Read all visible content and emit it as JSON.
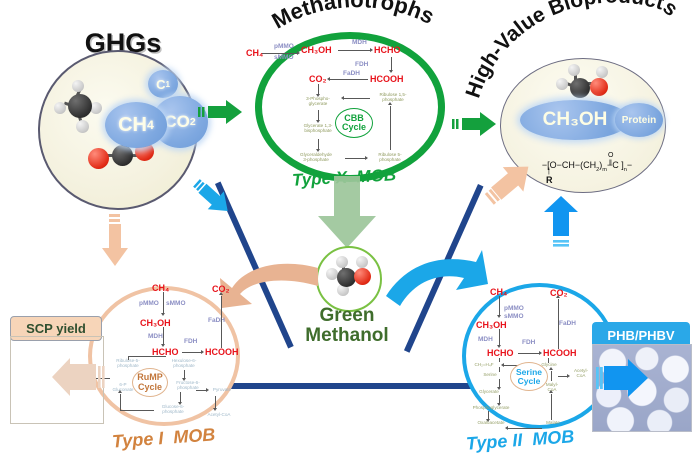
{
  "titles": {
    "ghgs": "GHGs",
    "methanotrophs": "Methanotrophs",
    "bioproducts": "High-Value Bioproducts",
    "green_methanol_line1": "Green",
    "green_methanol_line2": "Methanol"
  },
  "ghg": {
    "ch4": "CH",
    "ch4_sub": "4",
    "co2": "CO",
    "co2_sub": "2",
    "c1": "C",
    "c1_sub": "1"
  },
  "bioproducts": {
    "methanol": "CH₃OH",
    "protein": "Protein",
    "polymer_pre": "−[O−CH−(CH",
    "polymer_sub1": "2",
    "polymer_mid": ")",
    "polymer_subm": "m",
    "polymer_post": "−C ]",
    "polymer_subn": "n",
    "polymer_end": "−",
    "polymer_O": "O",
    "polymer_R": "R"
  },
  "type_x": {
    "label_type": "Type X",
    "label_mob": "MOB",
    "cycle_line1": "CBB",
    "cycle_line2": "Cycle",
    "metabolites": [
      {
        "id": "ch4",
        "text": "CH₄"
      },
      {
        "id": "ch3oh",
        "text": "CH₃OH"
      },
      {
        "id": "hcho",
        "text": "HCHO"
      },
      {
        "id": "hcooh",
        "text": "HCOOH"
      },
      {
        "id": "co2",
        "text": "CO₂"
      }
    ],
    "enzymes": [
      {
        "id": "pmmo",
        "text": "pMMO"
      },
      {
        "id": "smmo",
        "text": "sMMO"
      },
      {
        "id": "mdh",
        "text": "MDH"
      },
      {
        "id": "fdh",
        "text": "FDH"
      },
      {
        "id": "fadh",
        "text": "FaDH"
      }
    ],
    "cycle_nodes": [
      {
        "id": "pg3",
        "line1": "3-Phospho-",
        "line2": "glycerate"
      },
      {
        "id": "g13bp",
        "line1": "Glycerate 1,3-",
        "line2": "bisphosphate"
      },
      {
        "id": "g3p",
        "line1": "Glyceraldehyde",
        "line2": "3-phosphate"
      },
      {
        "id": "ru5p",
        "line1": "Ribulose 5-",
        "line2": "phosphate"
      },
      {
        "id": "rubp",
        "line1": "Ribulose 1,5-",
        "line2": "phosphate"
      }
    ]
  },
  "type_i": {
    "label_type": "Type I",
    "label_mob": "MOB",
    "cycle_line1": "RuMP",
    "cycle_line2": "Cycle",
    "tag": "SCP yield",
    "co2_out": "CO₂",
    "metabolites": [
      {
        "id": "ch4",
        "text": "CH₄"
      },
      {
        "id": "ch3oh",
        "text": "CH₃OH"
      },
      {
        "id": "hcho",
        "text": "HCHO"
      },
      {
        "id": "hcooh",
        "text": "HCOOH"
      },
      {
        "id": "co2",
        "text": "CO₂"
      }
    ],
    "enzymes": [
      {
        "id": "pmmo",
        "text": "pMMO"
      },
      {
        "id": "smmo",
        "text": "sMMO"
      },
      {
        "id": "mdh",
        "text": "MDH"
      },
      {
        "id": "fdh",
        "text": "FDH"
      },
      {
        "id": "fadh",
        "text": "FaDH"
      }
    ],
    "cycle_nodes": [
      {
        "id": "ru5p",
        "line1": "Ribulose-5-",
        "line2": "phosphate"
      },
      {
        "id": "hu6p",
        "line1": "Hexulose-6-",
        "line2": "phosphate"
      },
      {
        "id": "f6p",
        "line1": "Fructose-6-",
        "line2": "phosphate"
      },
      {
        "id": "g6p",
        "line1": "Glucose-6-",
        "line2": "phosphate"
      },
      {
        "id": "6pg",
        "line1": "6-P",
        "line2": "Gluconate"
      },
      {
        "id": "pyr",
        "line1": "Pyruvate",
        "line2": ""
      },
      {
        "id": "accoa",
        "line1": "Acetyl-CoA",
        "line2": ""
      }
    ]
  },
  "type_ii": {
    "label_type": "Type II",
    "label_mob": "MOB",
    "cycle_line1": "Serine",
    "cycle_line2": "Cycle",
    "tag": "PHB/PHBV",
    "metabolites": [
      {
        "id": "ch4",
        "text": "CH₄"
      },
      {
        "id": "ch3oh",
        "text": "CH₃OH"
      },
      {
        "id": "hcho",
        "text": "HCHO"
      },
      {
        "id": "hcooh",
        "text": "HCOOH"
      },
      {
        "id": "co2",
        "text": "CO₂"
      }
    ],
    "enzymes": [
      {
        "id": "pmmo",
        "text": "pMMO"
      },
      {
        "id": "smmo",
        "text": "sMMO"
      },
      {
        "id": "mdh",
        "text": "MDH"
      },
      {
        "id": "fdh",
        "text": "FDH"
      },
      {
        "id": "fadh",
        "text": "FaDH"
      }
    ],
    "cycle_nodes": [
      {
        "id": "ch2h4f",
        "line1": "CH₂=H₄F",
        "line2": ""
      },
      {
        "id": "serine",
        "line1": "Serine",
        "line2": ""
      },
      {
        "id": "glycine",
        "line1": "Glycine",
        "line2": ""
      },
      {
        "id": "glyc",
        "line1": "Glycerate",
        "line2": ""
      },
      {
        "id": "pglyc",
        "line1": "Phosphoglycerate",
        "line2": ""
      },
      {
        "id": "oaa",
        "line1": "Oxaloacetate",
        "line2": ""
      },
      {
        "id": "mal",
        "line1": "Malate",
        "line2": ""
      },
      {
        "id": "malcoa",
        "line1": "Malyl-",
        "line2": "CoA"
      },
      {
        "id": "accoa",
        "line1": "Acetyl-",
        "line2": "CoA"
      }
    ]
  },
  "colors": {
    "green": "#11a23c",
    "dark_blue": "#20458c",
    "cyan": "#1ba7e8",
    "peach": "#f0c3a4",
    "metabolite_red": "#e8131b",
    "enzyme_purple": "#8c8fc4",
    "green_methanol_text": "#3f6d2c",
    "lime": "#7ac143"
  }
}
